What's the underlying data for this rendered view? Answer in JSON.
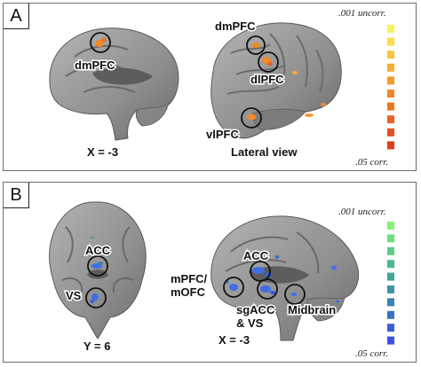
{
  "panel_a": {
    "label": "A",
    "annotations": {
      "dmpfc_medial": "dmPFC",
      "dmpfc_lateral": "dmPFC",
      "dlpfc": "dlPFC",
      "vlpfc": "vlPFC"
    },
    "captions": {
      "medial": "X = -3",
      "lateral": "Lateral view"
    },
    "colorbar": {
      "top_label": ".001 uncorr.",
      "bottom_label": ".05 corr.",
      "colors": [
        "#fbf25a",
        "#f9dd4a",
        "#f7c43d",
        "#f5ac34",
        "#f39a2e",
        "#f08829",
        "#ed7625",
        "#e96221",
        "#e4501d",
        "#de3f1a"
      ]
    }
  },
  "panel_b": {
    "label": "B",
    "annotations": {
      "acc_coronal": "ACC",
      "vs_coronal": "VS",
      "acc_sagittal": "ACC",
      "mpfc_line1": "mPFC/",
      "mpfc_line2": "mOFC",
      "sgacc_line1": "sgACC",
      "sgacc_line2": "& VS",
      "midbrain": "Midbrain"
    },
    "captions": {
      "coronal": "Y = 6",
      "sagittal": "X = -3"
    },
    "colorbar": {
      "top_label": ".001 uncorr.",
      "bottom_label": ".05 corr.",
      "colors": [
        "#85f07a",
        "#6fdf7d",
        "#5ccd84",
        "#4cba8c",
        "#41a896",
        "#3d95a5",
        "#3b82b6",
        "#3b6fc8",
        "#3b5ed8",
        "#3a50e6"
      ]
    }
  },
  "colors": {
    "brain_fill": "#9a9a9a",
    "brain_dark": "#6e6e6e",
    "activation_a": "#f08a28",
    "activation_b": "#3f6fe6"
  }
}
